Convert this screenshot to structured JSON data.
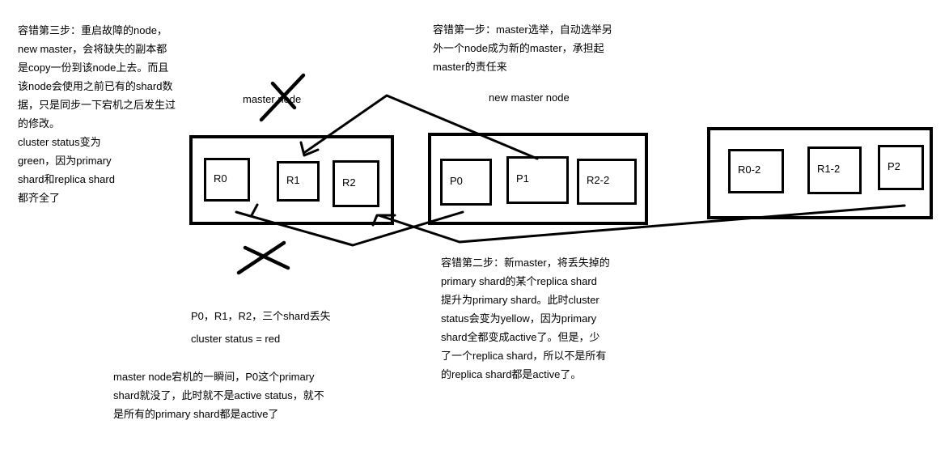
{
  "colors": {
    "ink": "#000000",
    "background": "#ffffff"
  },
  "notes": {
    "step3": [
      "容错第三步：重启故障的node，",
      "new master，会将缺失的副本都",
      "是copy一份到该node上去。而且",
      "该node会使用之前已有的shard数",
      "据，只是同步一下宕机之后发生过",
      "的修改。",
      "cluster status变为",
      "green，因为primary",
      "shard和replica shard",
      "都齐全了"
    ],
    "step1": [
      "容错第一步：master选举，自动选举另",
      "外一个node成为新的master，承担起",
      "master的责任来"
    ],
    "step2": [
      "容错第二步：新master，将丢失掉的",
      "primary shard的某个replica shard",
      "提升为primary shard。此时cluster",
      "status会变为yellow，因为primary",
      "shard全都变成active了。但是，少",
      "了一个replica shard，所以不是所有",
      "的replica shard都是active了。"
    ],
    "lost": "P0，R1，R2，三个shard丢失",
    "status_red": "cluster status = red",
    "master_down": [
      "master node宕机的一瞬间，P0这个primary",
      "shard就没了，此时就不是active status，就不",
      "是所有的primary shard都是active了"
    ]
  },
  "labels": {
    "master_node": "master node",
    "new_master_node": "new master node"
  },
  "nodes": [
    {
      "shards": [
        "R0",
        "R1",
        "R2"
      ]
    },
    {
      "shards": [
        "P0",
        "P1",
        "R2-2"
      ]
    },
    {
      "shards": [
        "R0-2",
        "R1-2",
        "P2"
      ]
    }
  ]
}
